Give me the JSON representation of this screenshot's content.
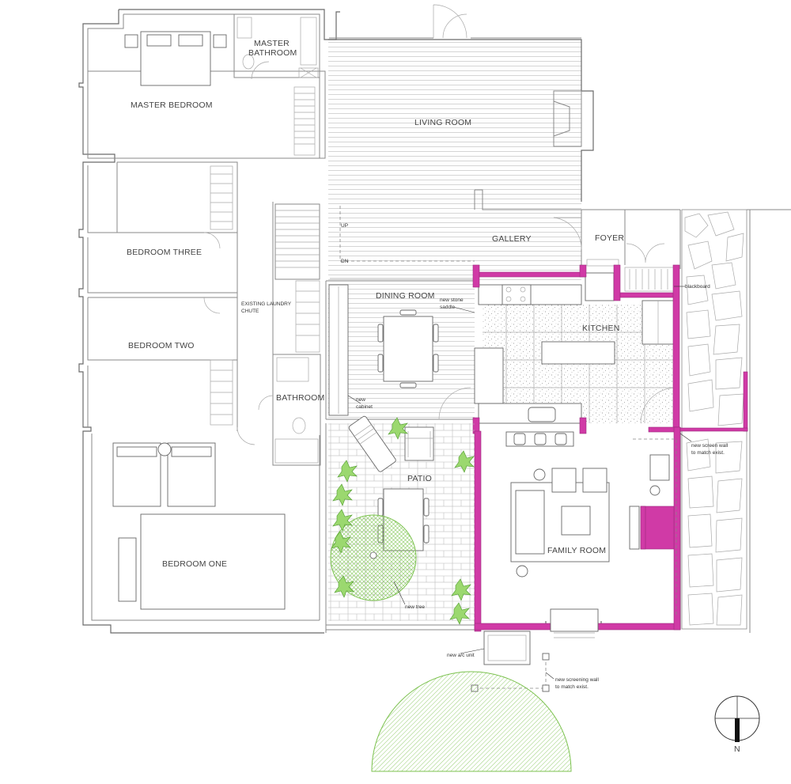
{
  "rooms": {
    "master_bedroom": "MASTER BEDROOM",
    "master_bathroom_1": "MASTER",
    "master_bathroom_2": "BATHROOM",
    "living_room": "LIVING ROOM",
    "bedroom_three": "BEDROOM THREE",
    "gallery": "GALLERY",
    "foyer": "FOYER",
    "bedroom_two": "BEDROOM TWO",
    "dining_room": "DINING ROOM",
    "kitchen": "KITCHEN",
    "bathroom": "BATHROOM",
    "patio": "PATIO",
    "family_room": "FAMILY ROOM",
    "bedroom_one": "BEDROOM ONE"
  },
  "notes": {
    "stair_up": "UP",
    "stair_dn": "DN",
    "laundry_1": "EXISTING LAUNDRY",
    "laundry_2": "CHUTE",
    "stone_saddle_1": "new stone",
    "stone_saddle_2": "saddle",
    "blackboard": "blackboard",
    "cabinet_1": "new",
    "cabinet_2": "cabinet",
    "screen_wall_1": "new screen wall",
    "screen_wall_2": "to match exist.",
    "new_tree": "new tree",
    "ac_unit": "new a/c unit",
    "screening_wall_1": "new screening wall",
    "screening_wall_2": "to match exist."
  },
  "north_label": "N",
  "colors": {
    "new_wall": "#d03aa6",
    "landscape": "#8fd16a",
    "existing_wall": "#8a8a8a"
  }
}
